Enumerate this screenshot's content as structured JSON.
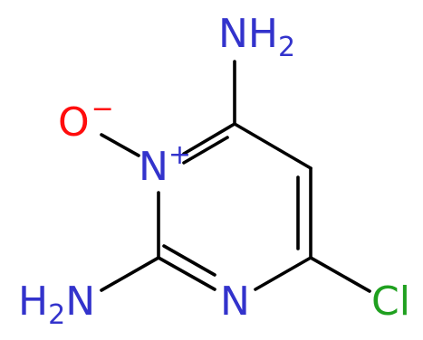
{
  "atoms": {
    "nh2_top": {
      "main": "NH",
      "sub": "2"
    },
    "o_minus": {
      "main": "O",
      "charge": "−"
    },
    "n_plus": {
      "main": "N",
      "charge": "+"
    },
    "nh2_left": {
      "main": "H",
      "sub": "2",
      "tail": "N"
    },
    "n_ring": {
      "main": "N"
    },
    "cl": {
      "main": "Cl"
    }
  },
  "colors": {
    "bond": "#000000",
    "nitrogen": "#3333cc",
    "oxygen": "#ff0d0d",
    "chlorine": "#1fa01f"
  }
}
